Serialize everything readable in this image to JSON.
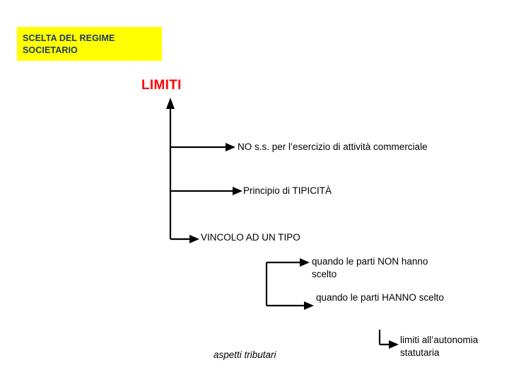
{
  "slide": {
    "title_box": {
      "line1": "SCELTA DEL REGIME",
      "line2": "SOCIETARIO",
      "bg_color": "#ffff00",
      "text_color": "#1f3864"
    },
    "heading": {
      "text": "LIMITI",
      "color": "#ff0000"
    },
    "labels": [
      {
        "id": "no-ss",
        "text": "NO s.s. per l’esercizio di attività commerciale"
      },
      {
        "id": "tipicita",
        "text": "Principio di TIPICITÀ"
      },
      {
        "id": "vincolo",
        "text": "VINCOLO AD UN TIPO"
      },
      {
        "id": "non-scelto",
        "text": "quando le parti NON hanno scelto"
      },
      {
        "id": "hanno-scelto",
        "text": "quando le parti HANNO scelto"
      },
      {
        "id": "aspetti-tributari",
        "text": "aspetti tributari"
      },
      {
        "id": "limiti-autonomia",
        "text": "limiti all’autonomia statutaria"
      }
    ],
    "connectors": [
      {
        "id": "trunk-vertical",
        "from": "LIMITI",
        "to": "VINCOLO AD UN TIPO"
      },
      {
        "id": "branch-no-ss",
        "to": "NO s.s. per l’esercizio di attività commerciale"
      },
      {
        "id": "branch-tipicita",
        "to": "Principio di TIPICITÀ"
      },
      {
        "id": "branch-vincolo",
        "to": "VINCOLO AD UN TIPO"
      },
      {
        "id": "branch-non-scelto",
        "to": "quando le parti NON hanno scelto"
      },
      {
        "id": "branch-hanno-scelto",
        "to": "quando le parti HANNO scelto"
      },
      {
        "id": "branch-limiti-statutari",
        "to": "limiti all’autonomia statutaria"
      }
    ]
  }
}
